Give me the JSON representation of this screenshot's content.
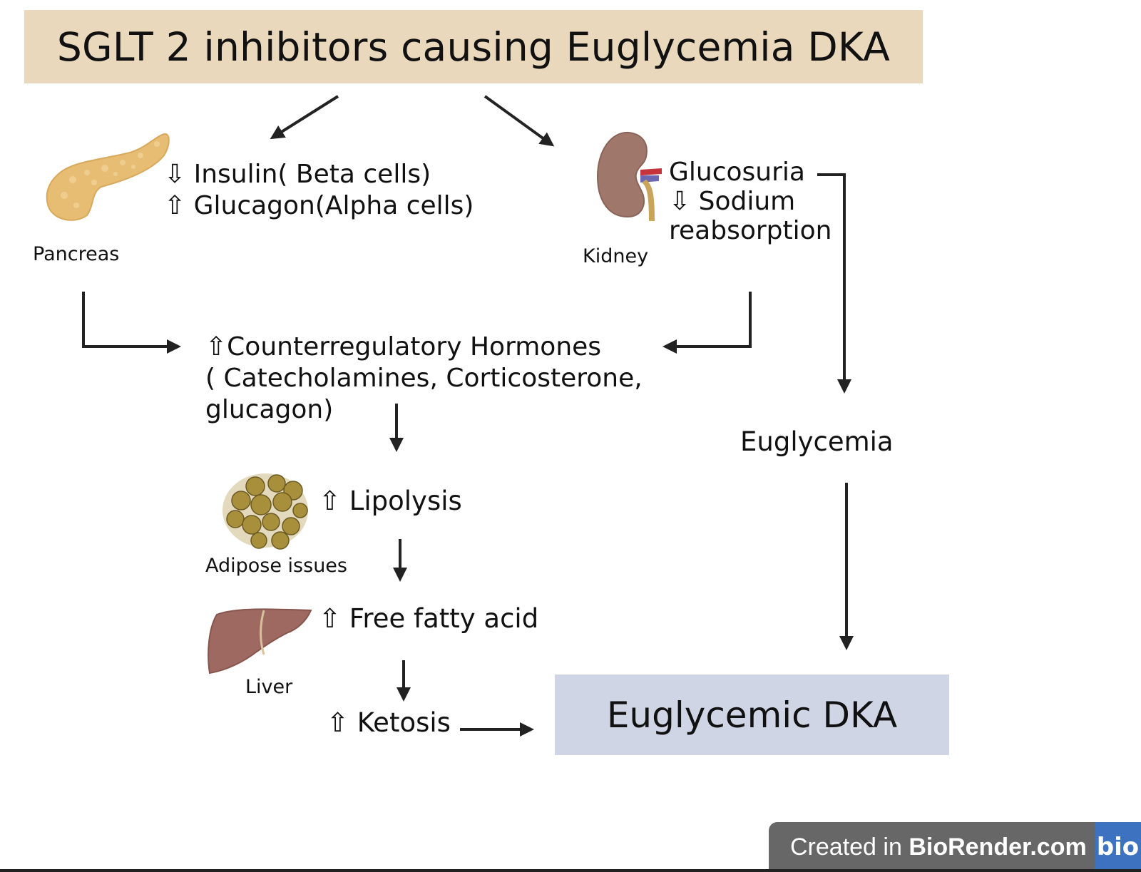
{
  "title": "SGLT 2 inhibitors causing Euglycemia DKA",
  "colors": {
    "title_bg": "#e9d8bc",
    "result_bg": "#d0d5e6",
    "arrow": "#222222",
    "badge_bg": "#676767",
    "badge_logo_bg": "#3d72c0"
  },
  "pancreas": {
    "label": "Pancreas",
    "lines": [
      "⇩ Insulin( Beta cells)",
      "⇧ Glucagon(Alpha cells)"
    ]
  },
  "kidney": {
    "label": "Kidney",
    "lines": [
      "Glucosuria",
      "⇩ Sodium",
      "reabsorption"
    ]
  },
  "counterregulatory": {
    "lines": [
      "⇧Counterregulatory Hormones",
      "( Catecholamines, Corticosterone,",
      "glucagon)"
    ]
  },
  "euglycemia": "Euglycemia",
  "adipose": {
    "label": "Adipose issues",
    "text": "⇧ Lipolysis"
  },
  "liver": {
    "label": "Liver",
    "text": "⇧ Free fatty acid"
  },
  "ketosis": "⇧ Ketosis",
  "result": "Euglycemic DKA",
  "badge": {
    "prefix": "Created in ",
    "brand": "BioRender.com",
    "logo": "bio"
  }
}
